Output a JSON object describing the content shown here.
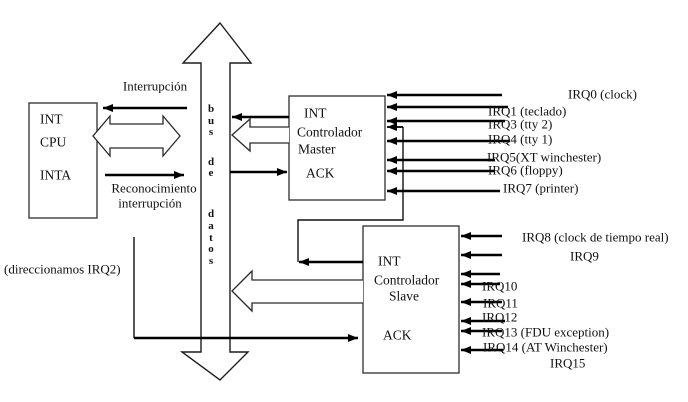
{
  "cpu_box": {
    "line1": "INT",
    "line2": "CPU",
    "line3": "INTA"
  },
  "master_box": {
    "line1": "INT",
    "line2": "Controlador",
    "line3": "Master",
    "line4": "ACK"
  },
  "slave_box": {
    "line1": "INT",
    "line2": "Controlador",
    "line3": "Slave",
    "line4": "ACK"
  },
  "bus": {
    "letters": [
      "b",
      "u",
      "s",
      "d",
      "e",
      "d",
      "a",
      "t",
      "o",
      "s"
    ]
  },
  "labels": {
    "interrupcion": "Interrupción",
    "reconocimiento_line1": "Reconocimiento",
    "reconocimiento_line2": "interrupción",
    "direccionamos": "(direccionamos IRQ2)"
  },
  "master_irq_labels": [
    "IRQ0 (clock)",
    "IRQ1 (teclado)",
    "IRQ3 (tty 2)",
    "IRQ4 (tty 1)",
    "IRQ5(XT winchester)",
    "IRQ6 (floppy)",
    "IRQ7 (printer)"
  ],
  "slave_irq_labels": [
    "IRQ8 (clock de tiempo real)",
    "IRQ9",
    "IRQ10",
    "IRQ11",
    "IRQ12",
    "IRQ13 (FDU exception)",
    "IRQ14 (AT Winchester)",
    "IRQ15"
  ],
  "colors": {
    "line": "#000000",
    "box_border": "#3d3d3d",
    "background": "#ffffff"
  }
}
